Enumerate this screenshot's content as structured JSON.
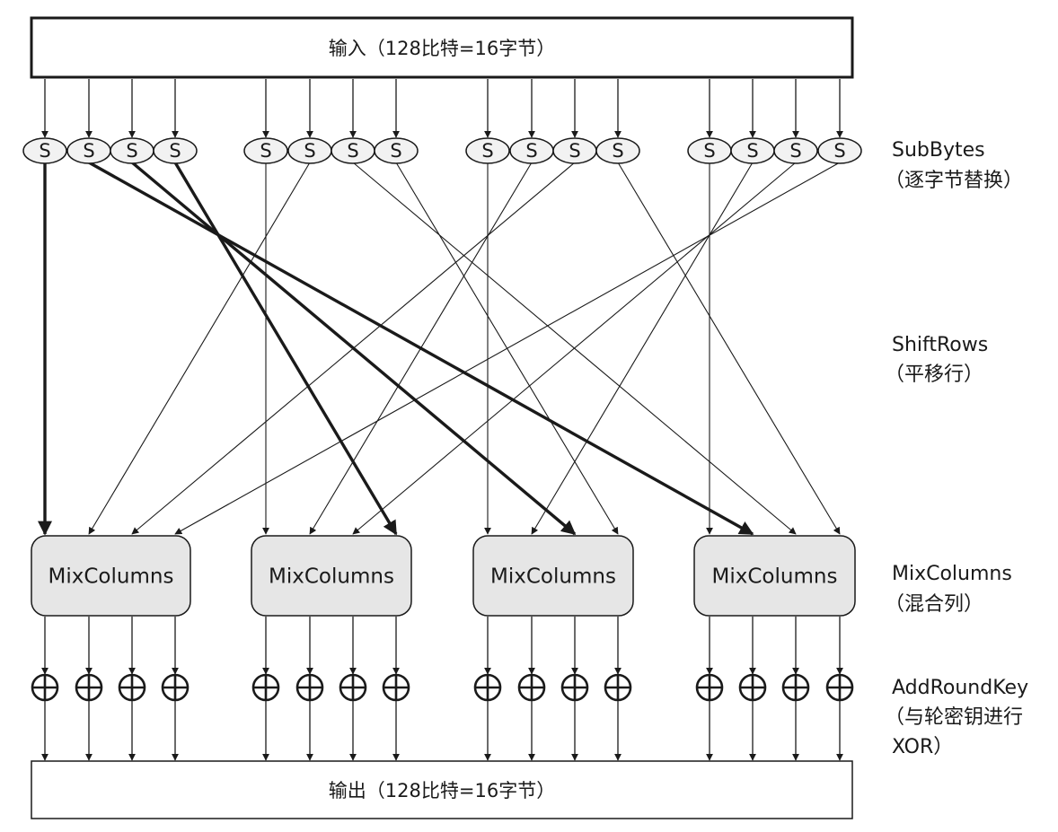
{
  "input_box": {
    "label": "输入（128比特=16字节）"
  },
  "output_box": {
    "label": "输出（128比特=16字节）"
  },
  "sbox": {
    "label": "S",
    "count": 16
  },
  "mixcolumns": {
    "label": "MixColumns",
    "count": 4
  },
  "xor": {
    "count": 16
  },
  "stages": {
    "subbytes": {
      "line1": "SubBytes",
      "line2": "（逐字节替换）"
    },
    "shiftrows": {
      "line1": "ShiftRows",
      "line2": "（平移行）"
    },
    "mixcolumns": {
      "line1": "MixColumns",
      "line2": "（混合列）"
    },
    "addroundkey": {
      "line1": "AddRoundKey",
      "line2": "（与轮密钥进行",
      "line3": "XOR）"
    }
  },
  "colors": {
    "line": "#1a1a1a",
    "mix_fill": "#e6e6e6",
    "sbox_fill": "#f2f2f2",
    "io_fill": "#ffffff"
  }
}
